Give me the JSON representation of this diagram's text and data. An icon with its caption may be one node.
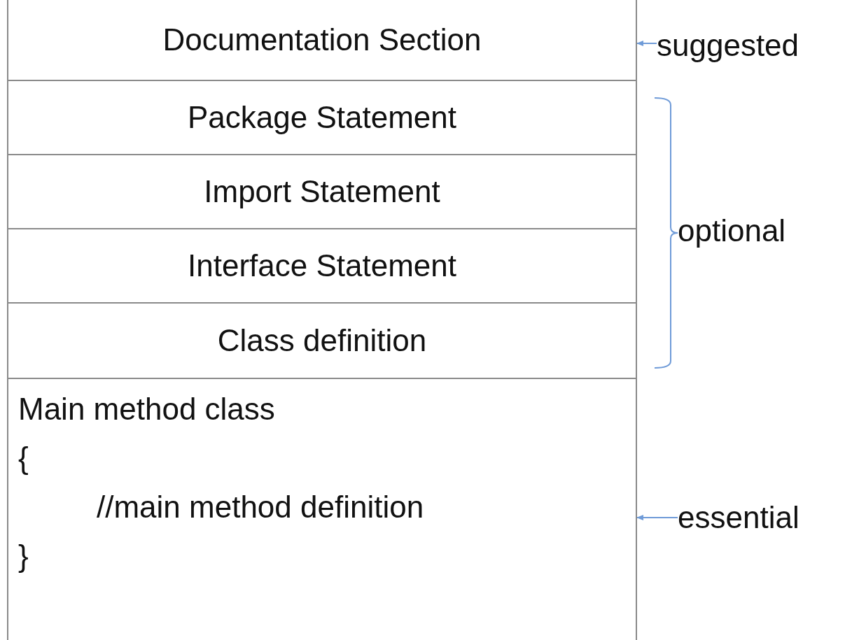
{
  "diagram": {
    "nodes": [
      {
        "text": [
          "Documentation Section"
        ]
      },
      {
        "text": [
          "Package Statement"
        ]
      },
      {
        "text": [
          "Import Statement"
        ]
      },
      {
        "text": [
          "Interface Statement"
        ]
      },
      {
        "text": [
          "Class definition"
        ]
      },
      {
        "text": [
          "Main method class",
          "{",
          "//main method definition",
          "}"
        ]
      },
      {
        "text": [
          "suggested"
        ]
      },
      {
        "text": [
          "essential"
        ]
      }
    ],
    "edges": [
      {
        "from": 6,
        "to": 0,
        "arrow": "to"
      },
      {
        "from": 7,
        "to": 5,
        "arrow": "to"
      }
    ],
    "labels": [
      "optional"
    ]
  }
}
